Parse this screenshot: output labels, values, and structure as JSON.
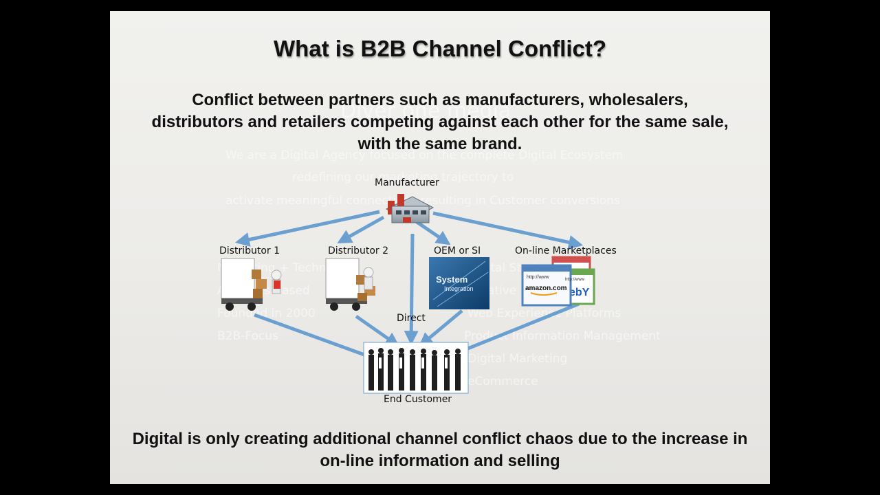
{
  "slide": {
    "title": "What is B2B Channel Conflict?",
    "subtitle": "Conflict between partners such as manufacturers, wholesalers, distributors and retailers competing against each other for the same sale, with the same brand.",
    "footer": "Digital is only creating additional channel conflict chaos due to the increase in on-line information and selling"
  },
  "diagram": {
    "manufacturer": "Manufacturer",
    "distributor1": "Distributor 1",
    "distributor2": "Distributor 2",
    "oem": "OEM or SI",
    "marketplaces": "On-line Marketplaces",
    "direct": "Direct",
    "end_customer": "End Customer",
    "system_text_1": "System",
    "system_text_2": "Integration",
    "amazon_text": "amazon.com",
    "ebay_text": "ebY",
    "url_text_1": "http://www",
    "url_text_2": "http://www"
  },
  "background_watermark": {
    "heading": "Diver one media",
    "line1": "We are a Digital Agency focused on the complete Digital Ecosystem",
    "line2": "redefining our marketing trajectory to",
    "line3": "activate meaningful connections resulting in Customer conversions",
    "left1": "Marketing + Technology",
    "left2": "Analytics Based",
    "left3": "Founded in 2000",
    "left4": "B2B-Focus",
    "right1": "Digital Strategy",
    "right2": "Creative",
    "right3": "Web Experience Platforms",
    "right4": "Product Information Management",
    "right5": "Digital Marketing",
    "right6": "eCommerce"
  },
  "colors": {
    "arrow": "#6a9fd0",
    "slide_bg": "#eeeeeb",
    "frame": "#000000"
  }
}
